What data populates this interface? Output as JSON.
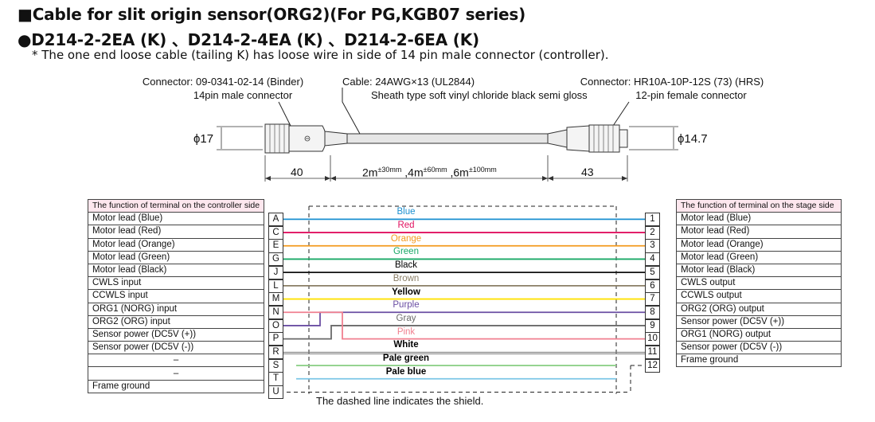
{
  "header": {
    "line1": "■Cable for slit origin sensor(ORG2)(For PG,KGB07 series)",
    "line2": "●D214-2-2EA (K) 、D214-2-4EA (K) 、D214-2-6EA (K)",
    "note": "* The one end loose cable (tailing K) has loose wire in side of 14 pin male connector (controller)."
  },
  "drawing": {
    "connector_left_line1": "Connector: 09-0341-02-14 (Binder)",
    "connector_left_line2": "14pin male connector",
    "cable_line1": "Cable: 24AWG×13 (UL2844)",
    "cable_line2": "Sheath type soft vinyl chloride black semi gloss",
    "connector_right_line1": "Connector: HR10A-10P-12S (73) (HRS)",
    "connector_right_line2": "12-pin female connector",
    "dia_left": "ϕ17",
    "dia_right": "ϕ14.7",
    "dim_left": "40",
    "dim_right": "43",
    "len_2m": "2m",
    "tol_2m": "±30mm",
    "len_4m": ",4m",
    "tol_4m": "±60mm",
    "len_6m": ",6m",
    "tol_6m": "±100mm",
    "shield_note": "The dashed line indicates the shield."
  },
  "left_table": {
    "header": "The function of terminal on the controller side",
    "rows": [
      "Motor lead (Blue)",
      "Motor lead (Red)",
      "Motor lead (Orange)",
      "Motor lead (Green)",
      "Motor lead (Black)",
      "CWLS input",
      "CCWLS input",
      "ORG1 (NORG) input",
      "ORG2 (ORG) input",
      "Sensor power (DC5V (+))",
      "Sensor power (DC5V (-))",
      "–",
      "–",
      "Frame ground"
    ]
  },
  "left_pins": [
    "A",
    "C",
    "E",
    "G",
    "J",
    "L",
    "M",
    "N",
    "O",
    "P",
    "R",
    "S",
    "T",
    "U"
  ],
  "wires": [
    {
      "name": "Blue",
      "color": "#1a8fd0"
    },
    {
      "name": "Red",
      "color": "#e0115f"
    },
    {
      "name": "Orange",
      "color": "#f39a1e"
    },
    {
      "name": "Green",
      "color": "#19a866"
    },
    {
      "name": "Black",
      "color": "#111111"
    },
    {
      "name": "Brown",
      "color": "#8a7e66"
    },
    {
      "name": "Yellow",
      "color": "#ffe100"
    },
    {
      "name": "Purple",
      "color": "#6b4fa3"
    },
    {
      "name": "Gray",
      "color": "#6a6a6a"
    },
    {
      "name": "Pink",
      "color": "#f08090"
    },
    {
      "name": "White",
      "color": "#777777"
    },
    {
      "name": "Pale green",
      "color": "#8fd18a"
    },
    {
      "name": "Pale blue",
      "color": "#7cc6e6"
    }
  ],
  "right_pins": [
    "1",
    "2",
    "3",
    "4",
    "5",
    "6",
    "7",
    "8",
    "9",
    "10",
    "11",
    "12"
  ],
  "right_table": {
    "header": "The function of terminal on the stage side",
    "rows": [
      "Motor lead (Blue)",
      "Motor lead (Red)",
      "Motor lead (Orange)",
      "Motor lead (Green)",
      "Motor lead (Black)",
      "CWLS output",
      "CCWLS output",
      "ORG2 (ORG) output",
      "Sensor power (DC5V (+))",
      "ORG1 (NORG) output",
      "Sensor power (DC5V (-))",
      "Frame ground"
    ]
  }
}
